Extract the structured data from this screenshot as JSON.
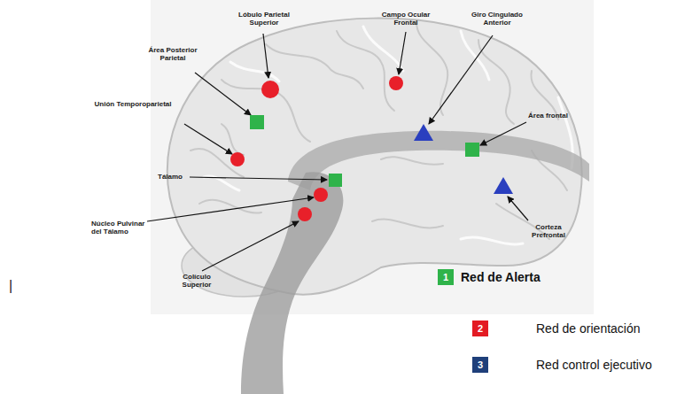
{
  "diagram": {
    "labels": [
      "Lóbulo Parietal Superior",
      "Campo Ocular Frontal",
      "Área Posterior Parietal",
      "Giro Cingulado Anterior",
      "Unión Temporoparietal",
      "Área frontal",
      "Tálamo",
      "Núcleo Pulvinar del Tálamo",
      "Colículo Superior",
      "Corteza Prefrontal",
      "|",
      "1",
      "2",
      "3"
    ],
    "legend": [
      {
        "text": "Red de Alerta",
        "color": "#2fb34a"
      },
      {
        "text": "Red de orientación",
        "color": "#e31b23"
      },
      {
        "text": "Red control ejecutivo",
        "color": "#1f3f7a"
      }
    ]
  }
}
